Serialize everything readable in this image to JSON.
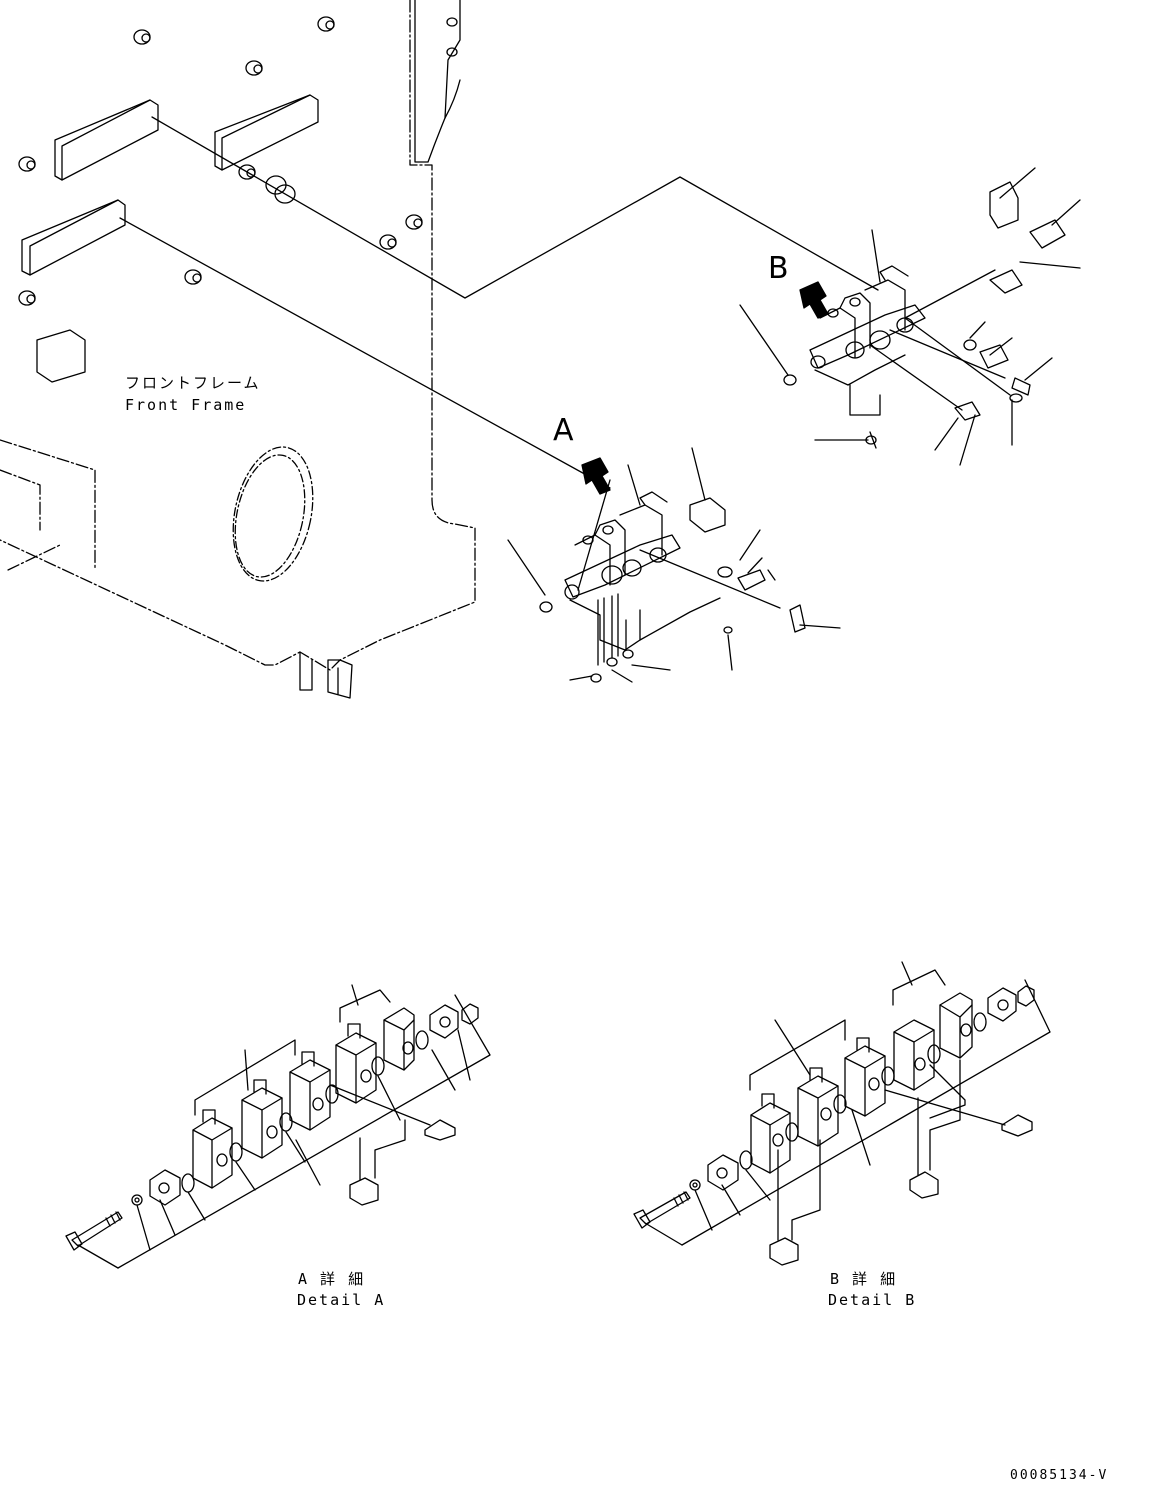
{
  "labels": {
    "front_frame_jp": "フロントフレーム",
    "front_frame_en": "Front Frame",
    "view_a": "A",
    "view_b": "B",
    "detail_a_jp": "A 詳 細",
    "detail_a_en": "Detail A",
    "detail_b_jp": "B 詳 細",
    "detail_b_en": "Detail B",
    "drawing_code": "00085134-V"
  }
}
